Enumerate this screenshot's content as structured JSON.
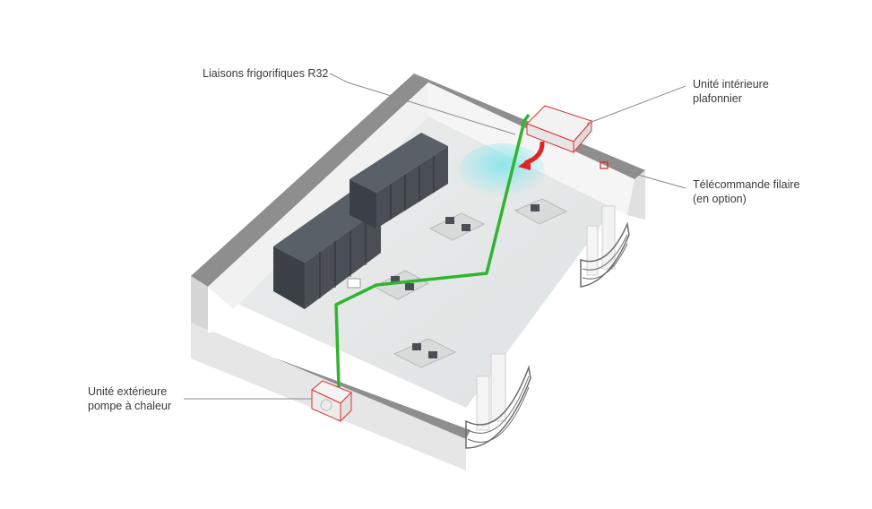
{
  "labels": {
    "refrigerant_lines": {
      "text": "Liaisons frigorifiques R32"
    },
    "indoor_unit": {
      "line1": "Unité intérieure",
      "line2": "plafonnier"
    },
    "wired_remote": {
      "line1": "Télécommande filaire",
      "line2": "(en option)"
    },
    "outdoor_unit": {
      "line1": "Unité extérieure",
      "line2": "pompe à chaleur"
    }
  },
  "colors": {
    "refrigerant_line": "#2fb52f",
    "highlight": "#e02424",
    "airflow": "#7fe6ee",
    "leader_line": "#8a8a8a",
    "server_rack": "#4a4f55",
    "wall_top": "#8e8e8e",
    "wall_face": "#e9e9e9",
    "floor": "#e4e6e6"
  },
  "icons": {
    "indoor_unit": "ceiling-cassette-icon",
    "outdoor_unit": "heat-pump-outdoor-unit-icon",
    "remote": "wired-remote-icon",
    "airflow_arrow": "curved-arrow-icon"
  }
}
